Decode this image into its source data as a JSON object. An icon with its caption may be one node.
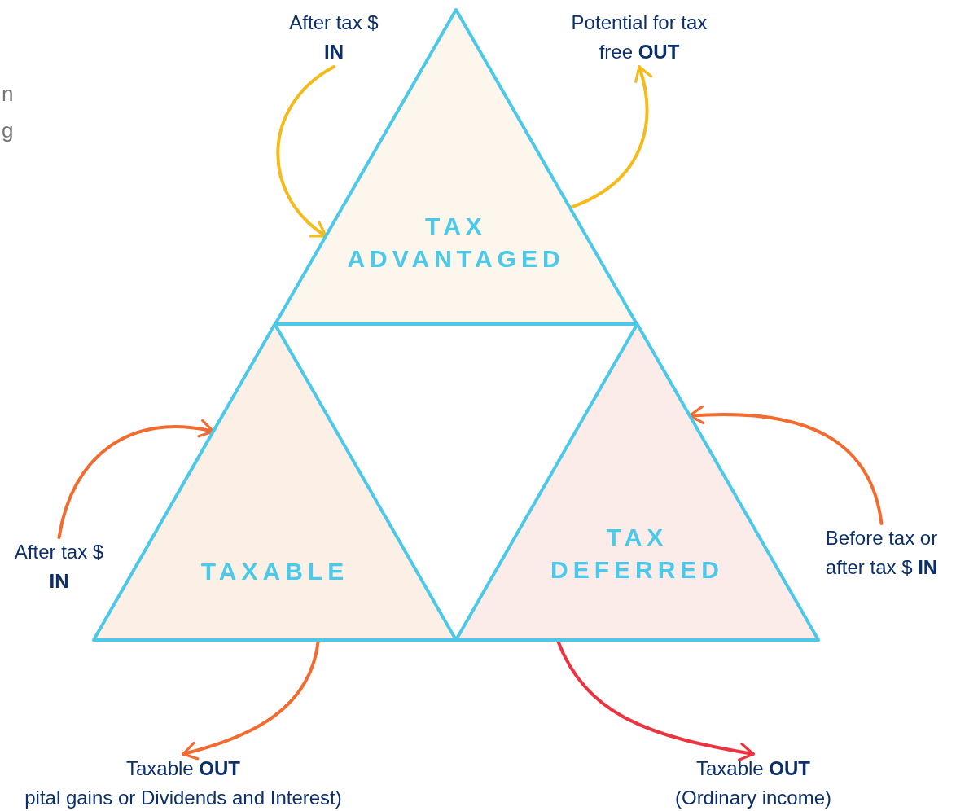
{
  "diagram": {
    "nodes": [
      {
        "text": [
          "TAX ADVANTAGED"
        ]
      },
      {
        "text": [
          "TAXABLE"
        ]
      },
      {
        "text": [
          "TAX DEFERRED"
        ]
      },
      {
        "text": [
          "After tax $ **IN**"
        ]
      },
      {
        "text": [
          "Potential for tax free **OUT**"
        ]
      },
      {
        "text": [
          "After tax $ **IN**"
        ]
      },
      {
        "text": [
          "Before tax or after tax $ **IN**"
        ]
      },
      {
        "text": [
          "Taxable **OUT**",
          "pital gains or Dividends and Interest)"
        ]
      },
      {
        "text": [
          "Taxable **OUT**",
          "(Ordinary income)"
        ]
      }
    ],
    "edges": [
      {
        "from": 3,
        "to": 0,
        "arrow": "to",
        "color": "#f5bb1a"
      },
      {
        "from": 0,
        "to": 4,
        "arrow": "to",
        "color": "#f5bb1a"
      },
      {
        "from": 5,
        "to": 1,
        "arrow": "to"
      },
      {
        "from": 6,
        "to": 2,
        "arrow": "to"
      },
      {
        "from": 1,
        "to": 7,
        "arrow": "to"
      },
      {
        "from": 2,
        "to": 8,
        "arrow": "to",
        "color": "#ec3340"
      }
    ],
    "labels": [
      "n",
      "g"
    ]
  }
}
